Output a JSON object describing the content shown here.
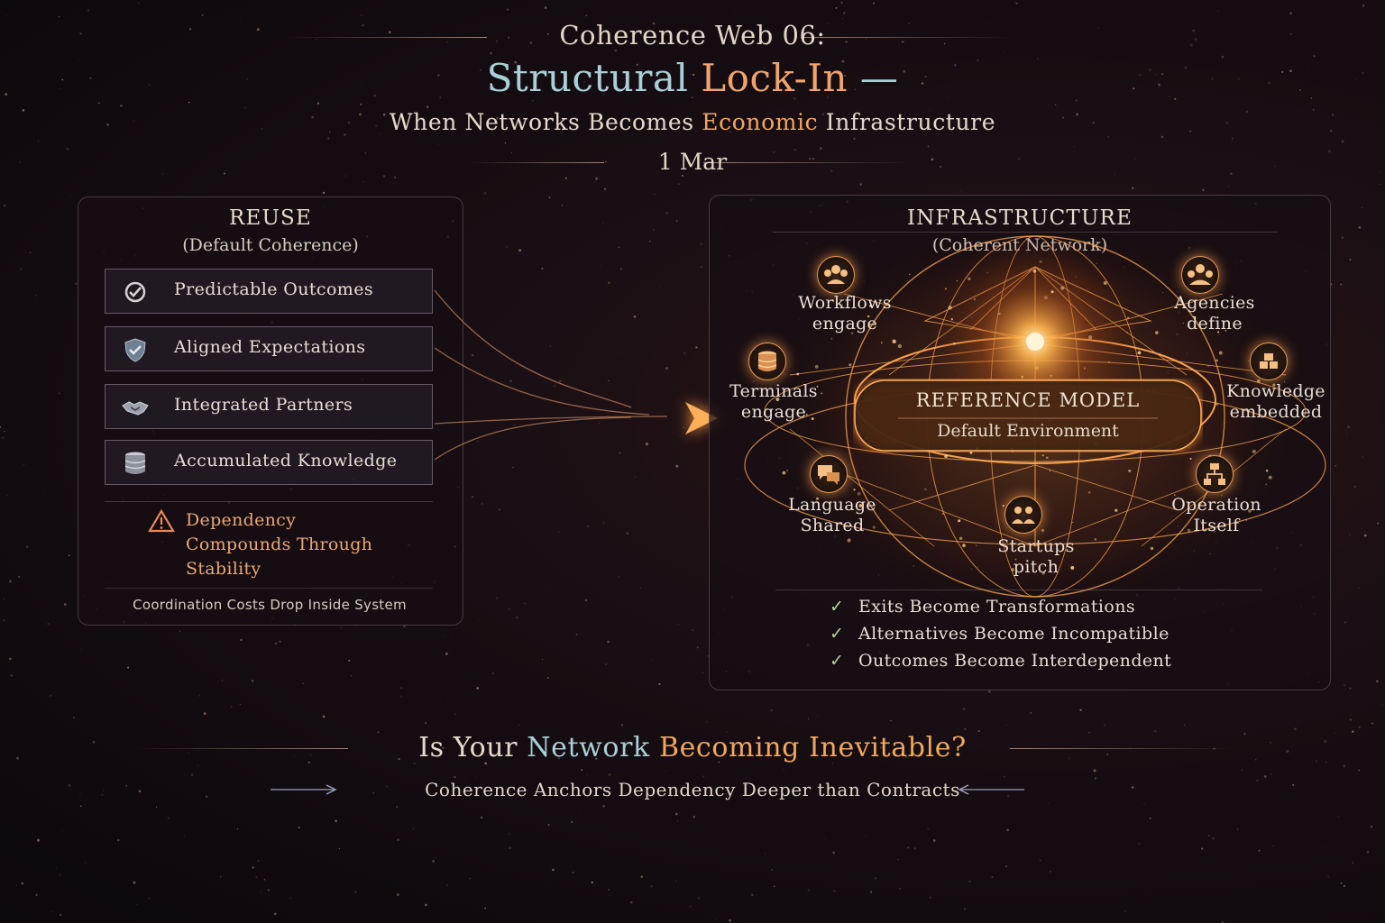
{
  "header": {
    "series": "Coherence Web 06:",
    "title_part1": "Structural",
    "title_part2": "Lock-In",
    "title_dash": "—",
    "subtitle_part1": "When Networks Becomes",
    "subtitle_highlight": "Economic",
    "subtitle_part2": "Infrastructure",
    "date": "1 Mar"
  },
  "left_panel": {
    "title": "REUSE",
    "subtitle": "(Default Coherence)",
    "items": [
      {
        "label": "Predictable Outcomes",
        "icon": "gauge-check-icon"
      },
      {
        "label": "Aligned Expectations",
        "icon": "shield-check-icon"
      },
      {
        "label": "Integrated Partners",
        "icon": "handshake-icon"
      },
      {
        "label": "Accumulated Knowledge",
        "icon": "database-icon"
      }
    ],
    "warning_icon": "warning-triangle-icon",
    "warning_lines": [
      "Dependency",
      "Compounds Through",
      "Stability"
    ],
    "footer": "Coordination Costs Drop Inside System"
  },
  "right_panel": {
    "title": "INFRASTRUCTURE",
    "subtitle": "(Coherent Network)",
    "reference_model": {
      "title": "REFERENCE MODEL",
      "subtitle": "Default Environment"
    },
    "nodes": [
      {
        "line1": "Workflows",
        "line2": "engage",
        "icon": "people-icon"
      },
      {
        "line1": "Agencies",
        "line2": "define",
        "icon": "team-icon"
      },
      {
        "line1": "Terminals",
        "line2": "engage",
        "icon": "database-icon"
      },
      {
        "line1": "Knowledge",
        "line2": "embedded",
        "icon": "blocks-icon"
      },
      {
        "line1": "Language",
        "line2": "Shared",
        "icon": "chat-bubbles-icon"
      },
      {
        "line1": "Operation",
        "line2": "Itself",
        "icon": "hierarchy-icon"
      },
      {
        "line1": "Startups",
        "line2": "pitch",
        "icon": "group-icon"
      }
    ],
    "outcomes": [
      "Exits Become Transformations",
      "Alternatives Become Incompatible",
      "Outcomes Become Interdependent"
    ],
    "check_glyph": "✓"
  },
  "footer": {
    "question_part1": "Is Your",
    "question_part2": "Network",
    "question_part3": "Becoming Inevitable?",
    "tagline": "Coherence Anchors Dependency Deeper than Contracts"
  },
  "colors": {
    "accent_orange": "#f0a460",
    "accent_teal": "#a9d0d6",
    "glow": "#ffb35a",
    "check_green": "#b6d39a"
  }
}
